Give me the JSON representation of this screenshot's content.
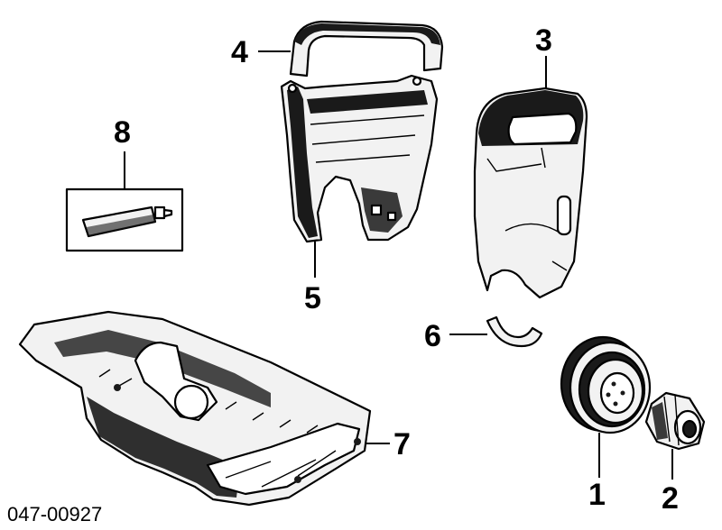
{
  "diagram": {
    "drawing_code": "047-00927",
    "callouts": [
      {
        "id": "1",
        "part": "crankshaft-pulley"
      },
      {
        "id": "2",
        "part": "pulley-bolt"
      },
      {
        "id": "3",
        "part": "outer-timing-cover"
      },
      {
        "id": "4",
        "part": "upper-cover-gasket"
      },
      {
        "id": "5",
        "part": "inner-timing-cover"
      },
      {
        "id": "6",
        "part": "cover-seal"
      },
      {
        "id": "7",
        "part": "oil-pan"
      },
      {
        "id": "8",
        "part": "sealant-tube"
      }
    ],
    "colors": {
      "ink": "#000000",
      "paper": "#ffffff",
      "shade": "#1a1a1a"
    }
  }
}
